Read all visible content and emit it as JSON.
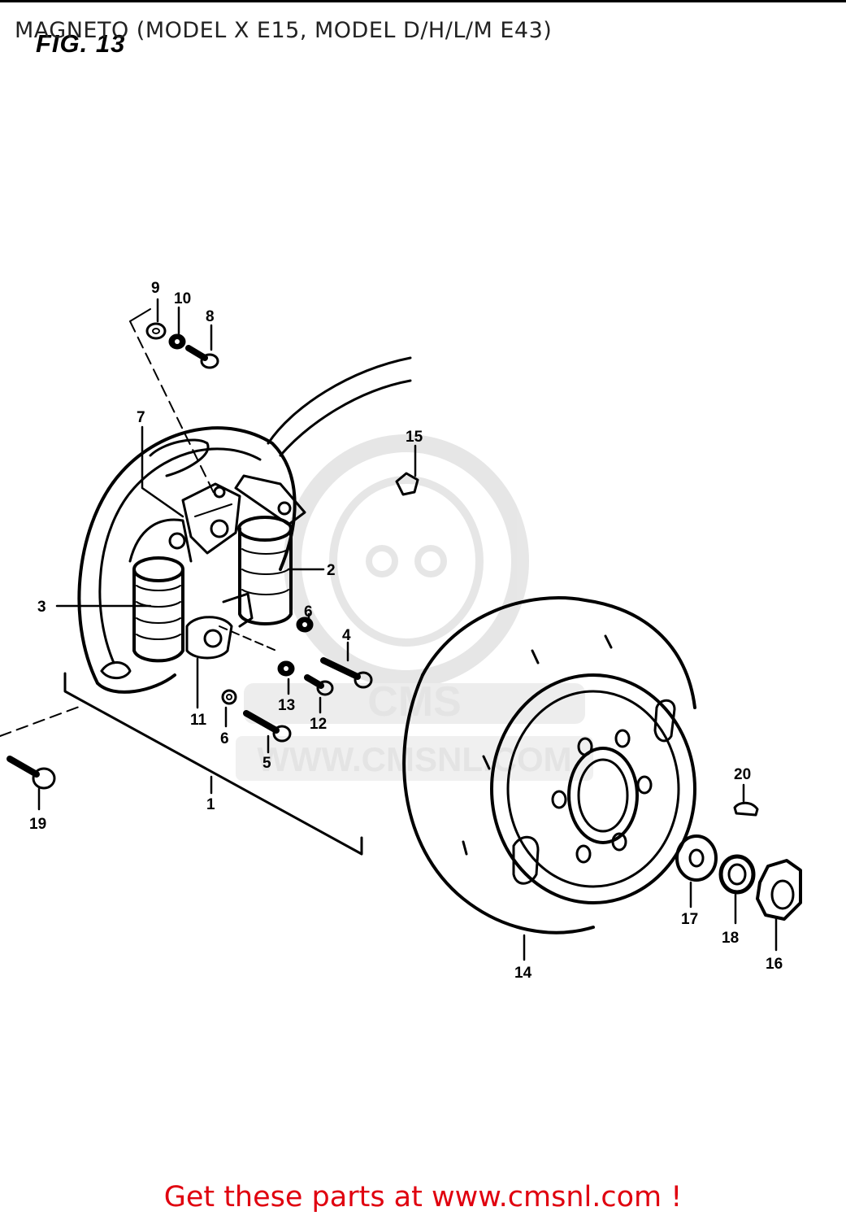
{
  "header": {
    "title": "MAGNETO (MODEL X E15, MODEL D/H/L/M E43)",
    "figure_label": "FIG. 13"
  },
  "watermark": {
    "brand": "CMS",
    "url": "WWW.CMSNL.COM"
  },
  "callouts": {
    "c1": "1",
    "c2": "2",
    "c3": "3",
    "c4": "4",
    "c5": "5",
    "c6a": "6",
    "c6b": "6",
    "c7": "7",
    "c8": "8",
    "c9": "9",
    "c10": "10",
    "c11": "11",
    "c12": "12",
    "c13": "13",
    "c14": "14",
    "c15": "15",
    "c16": "16",
    "c17": "17",
    "c18": "18",
    "c19": "19",
    "c20": "20"
  },
  "footer": {
    "cta": "Get these parts at www.cmsnl.com !"
  },
  "colors": {
    "footer_text": "#e0000f",
    "line_art": "#000000",
    "watermark": "#e2e2e2"
  }
}
